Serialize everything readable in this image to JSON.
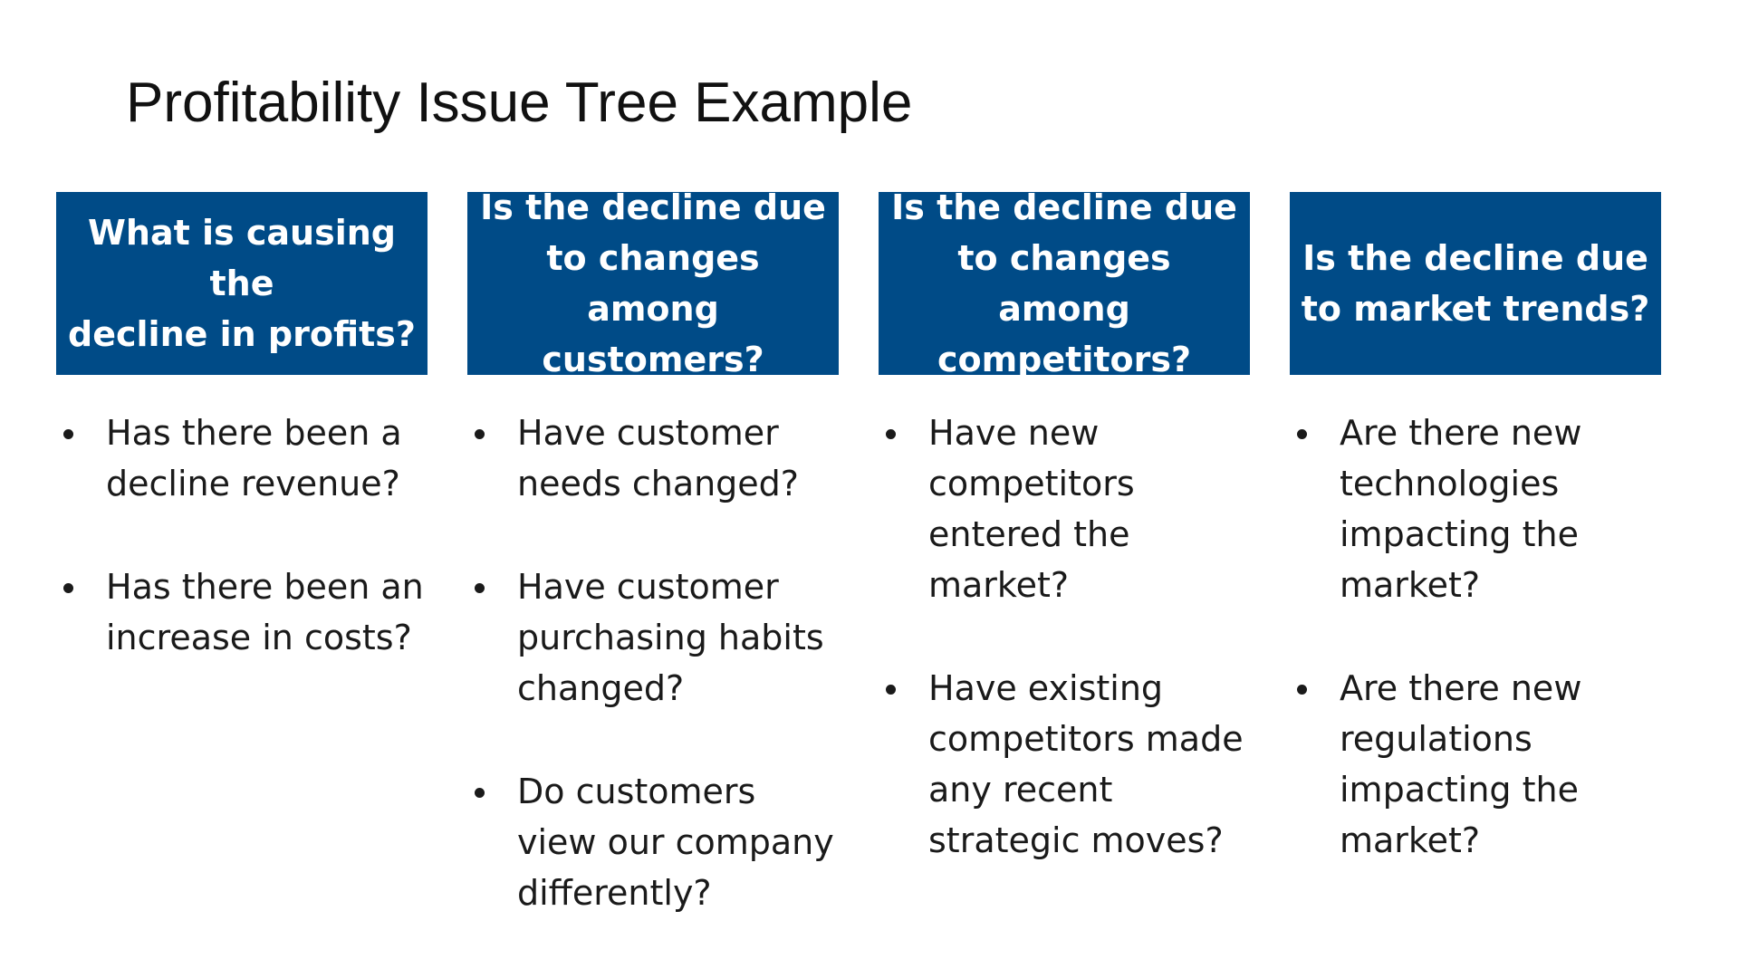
{
  "title": "Profitability Issue Tree Example",
  "colors": {
    "header_background": "#004b87",
    "header_text": "#ffffff",
    "body_text": "#1a1a1a",
    "page_background": "#ffffff"
  },
  "columns": [
    {
      "header_lines": [
        "What is causing the",
        "decline in profits?"
      ],
      "bullets": [
        [
          "Has there been a",
          "decline revenue?"
        ],
        [
          "Has there been an",
          "increase in costs?"
        ]
      ]
    },
    {
      "header_lines": [
        "Is the decline due",
        "to changes among",
        "customers?"
      ],
      "bullets": [
        [
          "Have customer",
          "needs changed?"
        ],
        [
          "Have customer",
          "purchasing habits",
          "changed?"
        ],
        [
          "Do customers",
          "view our company",
          "differently?"
        ]
      ]
    },
    {
      "header_lines": [
        "Is the decline due",
        "to changes among",
        "competitors?"
      ],
      "bullets": [
        [
          "Have new",
          "competitors",
          "entered the",
          "market?"
        ],
        [
          "Have existing",
          "competitors made",
          "any recent",
          "strategic moves?"
        ]
      ]
    },
    {
      "header_lines": [
        "Is the decline due",
        "to market trends?"
      ],
      "bullets": [
        [
          "Are there new",
          "technologies",
          "impacting the",
          "market?"
        ],
        [
          "Are there new",
          "regulations",
          "impacting the",
          "market?"
        ]
      ]
    }
  ]
}
